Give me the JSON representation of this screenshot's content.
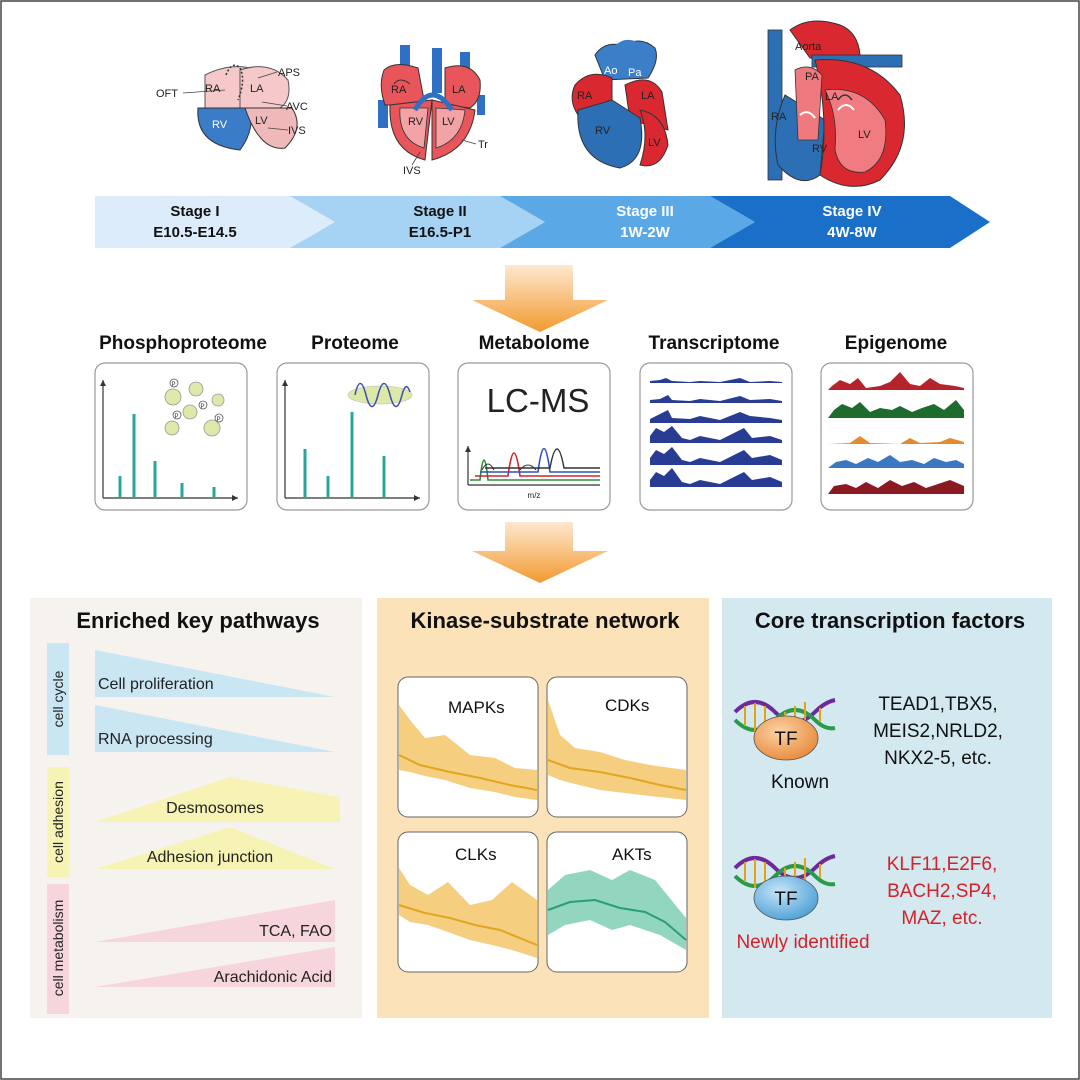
{
  "hearts": {
    "stage1": [
      "OFT",
      "RA",
      "LA",
      "APS",
      "RV",
      "LV",
      "AVC",
      "IVS"
    ],
    "stage2": [
      "RA",
      "LA",
      "RV",
      "LV",
      "Tr",
      "IVS"
    ],
    "stage3": [
      "Ao",
      "Pa",
      "RA",
      "LA",
      "RV",
      "LV"
    ],
    "stage4": [
      "Aorta",
      "PA",
      "RA",
      "LA",
      "RV",
      "LV"
    ]
  },
  "stages": [
    {
      "name": "Stage I",
      "range": "E10.5-E14.5"
    },
    {
      "name": "Stage II",
      "range": "E16.5-P1"
    },
    {
      "name": "Stage III",
      "range": "1W-2W"
    },
    {
      "name": "Stage IV",
      "range": "4W-8W"
    }
  ],
  "omics": {
    "titles": [
      "Phosphoproteome",
      "Proteome",
      "Metabolome",
      "Transcriptome",
      "Epigenome"
    ],
    "lcms": "LC-MS",
    "mz": "m/z",
    "phospho_p": "P"
  },
  "pathways": {
    "title": "Enriched key pathways",
    "groups": [
      "cell cycle",
      "cell adhesion",
      "cell metabolism"
    ],
    "items": [
      "Cell proliferation",
      "RNA processing",
      "Desmosomes",
      "Adhesion junction",
      "TCA, FAO",
      "Arachidonic Acid"
    ]
  },
  "kinase": {
    "title": "Kinase-substrate network",
    "panels": [
      "MAPKs",
      "CDKs",
      "CLKs",
      "AKTs"
    ]
  },
  "tf": {
    "title": "Core transcription factors",
    "badge": "TF",
    "known_label": "Known",
    "known_list": [
      "TEAD1,TBX5,",
      "MEIS2,NRLD2,",
      "NKX2-5, etc."
    ],
    "new_label": "Newly identified",
    "new_list": [
      "KLF11,E2F6,",
      "BACH2,SP4,",
      "MAZ, etc."
    ]
  },
  "colors": {
    "stage_light": "#dcecfa",
    "stage_mid": "#a6d3f4",
    "stage_deep": "#3c8fd8",
    "stage_darkest": "#1a6fc9",
    "arrow_orange": "#f6a03a",
    "pathway_bg": "#f6f3ef",
    "kinase_bg": "#fbe2b8",
    "tf_bg": "#d3e9ef",
    "new_red": "#d2232a"
  }
}
